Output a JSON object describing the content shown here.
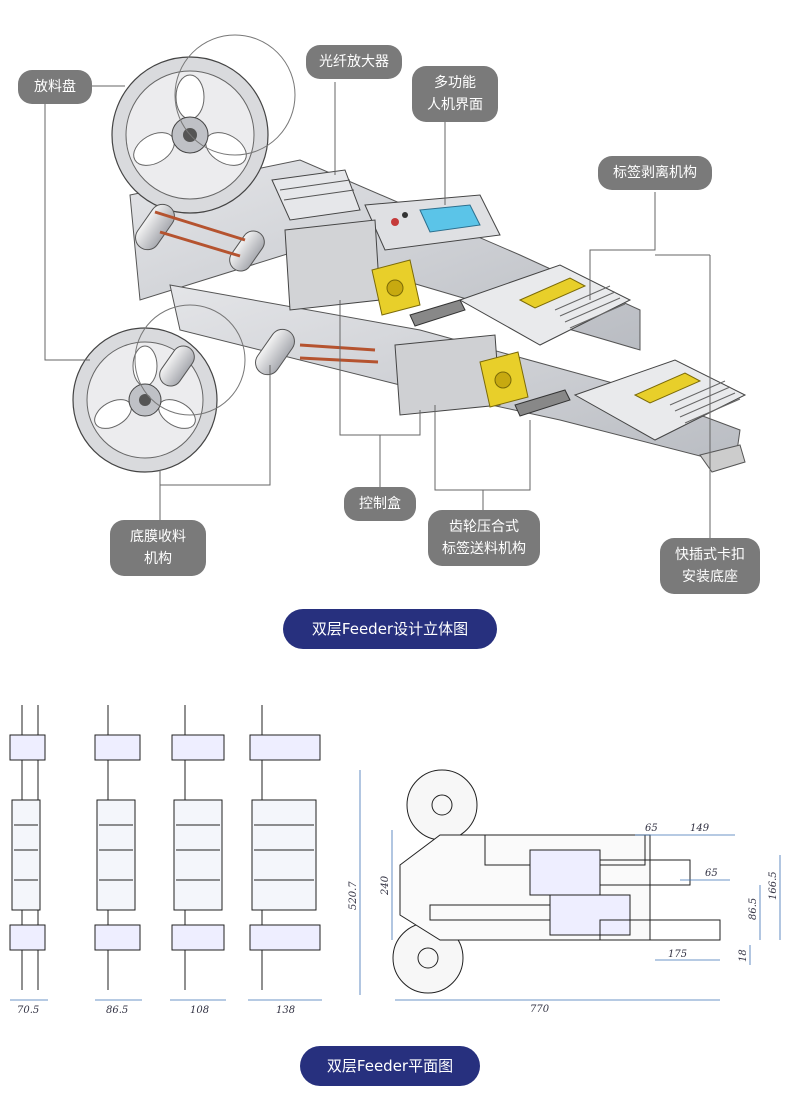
{
  "top_section": {
    "labels": {
      "unwind_reel": "放料盘",
      "fiber_amplifier": "光纤放大器",
      "hmi_line1": "多功能",
      "hmi_line2": "人机界面",
      "label_peel": "标签剥离机构",
      "backing_rewind_line1": "底膜收料",
      "backing_rewind_line2": "机构",
      "control_box": "控制盒",
      "gear_feed_line1": "齿轮压合式",
      "gear_feed_line2": "标签送料机构",
      "quick_mount_line1": "快插式卡扣",
      "quick_mount_line2": "安装底座"
    },
    "caption": "双层Feeder设计立体图"
  },
  "bottom_section": {
    "side_view_widths": [
      "70.5",
      "86.5",
      "108",
      "138"
    ],
    "plan_dims": {
      "overall_height": "520.7",
      "height_240": "240",
      "top_65": "65",
      "top_149": "149",
      "mid_65": "65",
      "right_166_5": "166.5",
      "right_86_5": "86.5",
      "right_18": "18",
      "bottom_175": "175",
      "overall_length": "770"
    },
    "caption": "双层Feeder平面图"
  },
  "colors": {
    "caption_bg": "#27307e",
    "callout_bg": "#7a7a7a",
    "motor_yellow": "#e8cf2a",
    "screen_blue": "#5bc4e8",
    "dim_blue": "#3d72b4"
  }
}
